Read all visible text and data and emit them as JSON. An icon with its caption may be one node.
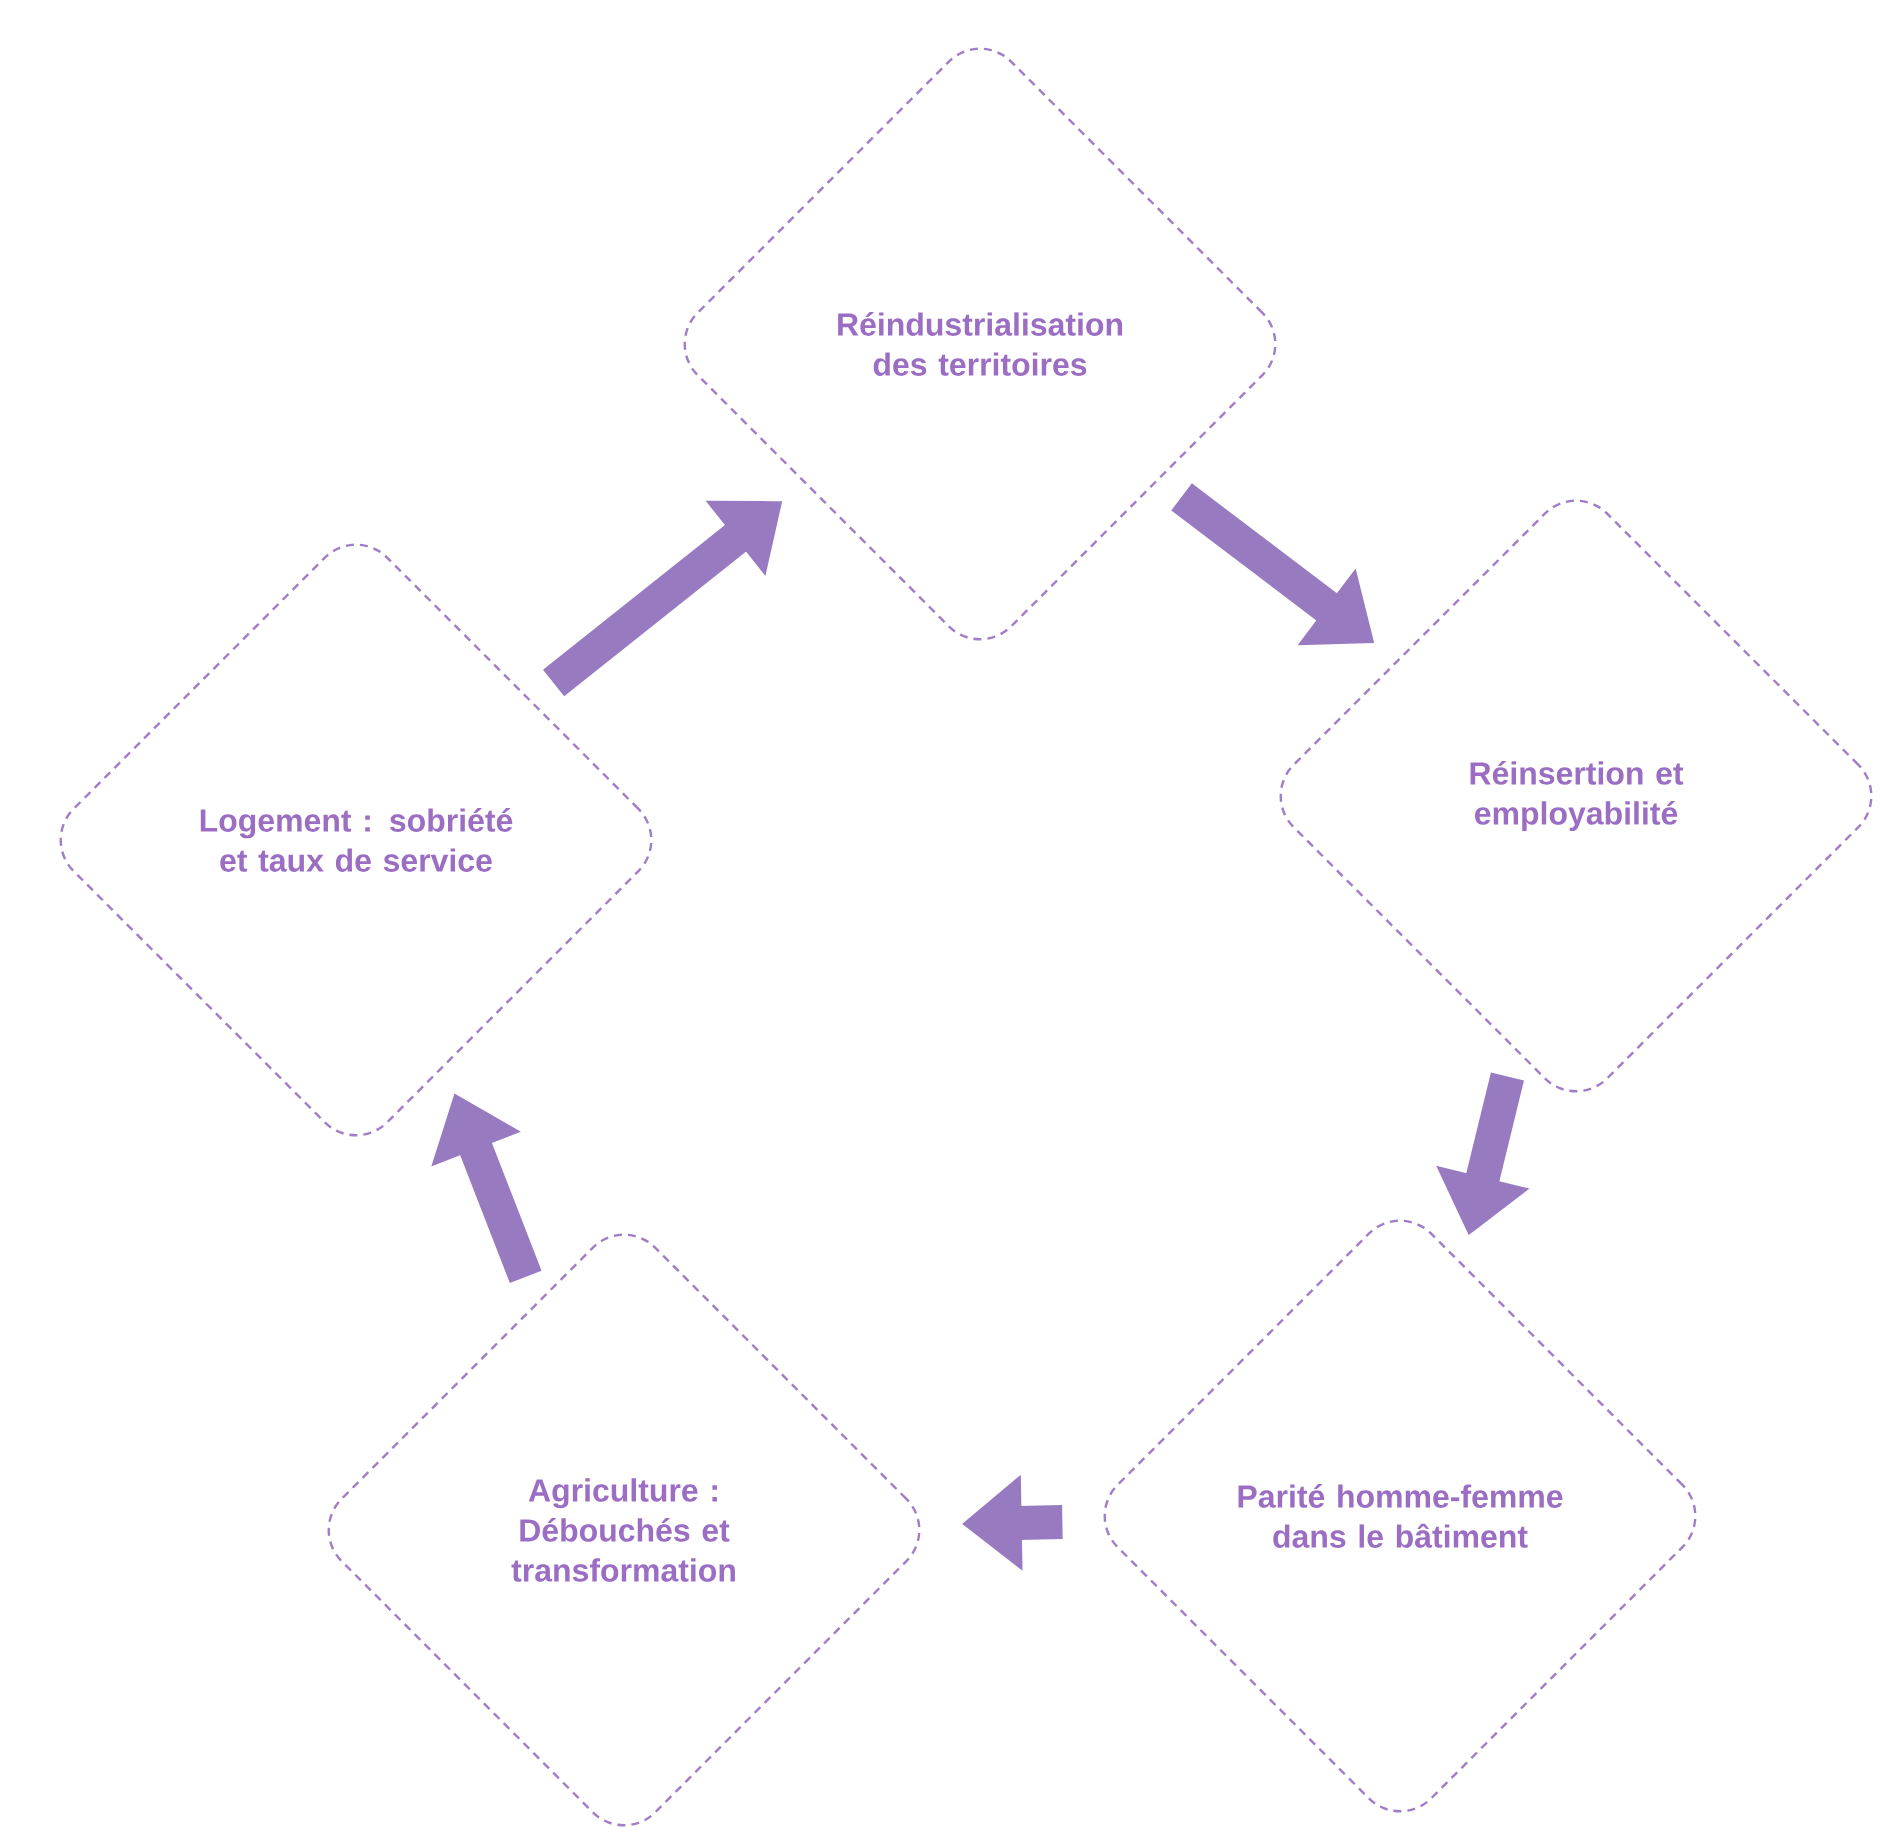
{
  "diagram": {
    "nodes": [
      {
        "text": [
          "Réindustrialisation des territoires"
        ]
      },
      {
        "text": [
          "Réinsertion et employabilité"
        ]
      },
      {
        "text": [
          "Parité homme-femme dans le bâtiment"
        ]
      },
      {
        "text": [
          "Agriculture : Débouchés et transformation"
        ]
      },
      {
        "text": [
          "Logement : sobriété et taux de service"
        ]
      }
    ],
    "edges": [
      {
        "from": 0,
        "to": 1,
        "arrow": "to"
      },
      {
        "from": 1,
        "to": 2,
        "arrow": "to"
      },
      {
        "from": 2,
        "to": 3,
        "arrow": "to"
      },
      {
        "from": 3,
        "to": 4,
        "arrow": "to"
      },
      {
        "from": 4,
        "to": 0,
        "arrow": "to"
      }
    ]
  }
}
